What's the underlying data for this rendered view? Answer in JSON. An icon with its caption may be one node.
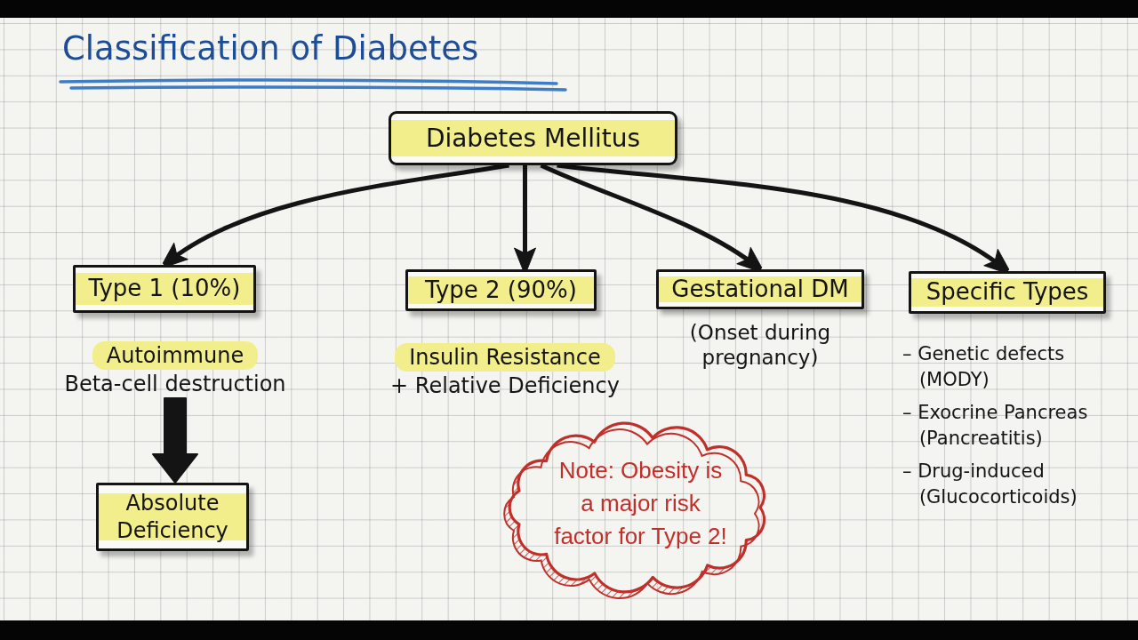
{
  "diagram": {
    "title": "Classification of Diabetes",
    "nodes": [
      {
        "text": [
          "Diabetes Mellitus"
        ]
      },
      {
        "text": [
          "Type 1 (10%)"
        ]
      },
      {
        "text": [
          "Autoimmune",
          "Beta-cell destruction"
        ]
      },
      {
        "text": [
          "Absolute Deficiency"
        ]
      },
      {
        "text": [
          "Type 2 (90%)"
        ],
        "beside": [
          "Insulin Resistance",
          "+ Relative Deficiency"
        ]
      },
      {
        "text": [
          "Gestational DM"
        ],
        "beside": [
          "(Onset during pregnancy)"
        ]
      },
      {
        "text": [
          "Specific Types"
        ],
        "beside": [
          "– Genetic defects (MODY)",
          "– Exocrine Pancreas (Pancreatitis)",
          "– Drug-induced (Glucocorticoids)"
        ]
      },
      {
        "text": [
          "Note: Obesity is a major risk factor for Type 2!"
        ]
      }
    ],
    "edges": [
      {
        "from": 0,
        "to": 1,
        "arrow": "to"
      },
      {
        "from": 0,
        "to": 4,
        "arrow": "to"
      },
      {
        "from": 0,
        "to": 5,
        "arrow": "to"
      },
      {
        "from": 0,
        "to": 6,
        "arrow": "to"
      },
      {
        "from": 2,
        "to": 3,
        "arrow": "to",
        "style": "thick"
      }
    ]
  }
}
